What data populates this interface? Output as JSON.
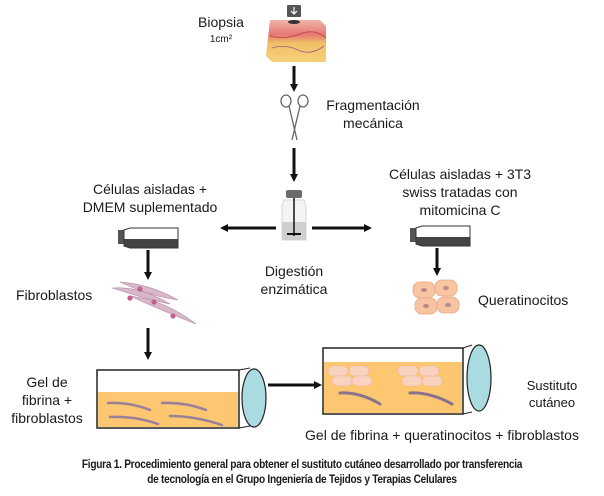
{
  "figure": {
    "steps": {
      "biopsy": {
        "title": "Biopsia",
        "size": "1cm²",
        "icon": "skin-tissue-block-icon"
      },
      "fragmentation": {
        "line1": "Fragmentación",
        "line2": "mecánica",
        "icon": "scissors-icon"
      },
      "digestion": {
        "line1": "Digestión",
        "line2": "enzimática",
        "icon": "stirred-bottle-icon"
      },
      "left_branch": {
        "line1": "Células aisladas +",
        "line2": "DMEM suplementado",
        "icon": "culture-flask-icon"
      },
      "right_branch": {
        "line1": "Células aisladas + 3T3",
        "line2": "swiss tratadas con",
        "line3": "mitomicina C",
        "icon": "culture-flask-icon"
      },
      "fibroblasts": {
        "label": "Fibroblastos",
        "icon": "fibroblast-cells-icon"
      },
      "keratinocytes": {
        "label": "Queratinocitos",
        "icon": "keratinocyte-cells-icon"
      },
      "gel_fibroblasts": {
        "line1": "Gel de",
        "line2": "fibrina +",
        "line3": "fibroblastos",
        "icon": "gel-container-icon"
      },
      "skin_substitute": {
        "line1": "Sustituto",
        "line2": "cutáneo",
        "icon": "gel-container-icon"
      },
      "final_gel": {
        "label": "Gel de fibrina + queratinocitos + fibroblastos"
      }
    },
    "caption": {
      "line1": "Figura 1.  Procedimiento general para obtener el sustituto cutáneo desarrollado por transferencia",
      "line2": "de tecnología en el Grupo Ingeniería de Tejidos y Terapias Celulares"
    },
    "colors": {
      "gel": "#fcc770",
      "lid": "#a9dbe0",
      "skin_top": "#e87a7a",
      "fat": "#f2c25a",
      "keratinocyte": "#f9c4a2",
      "fibroblast": "#b58aa6",
      "arrow": "#111111"
    }
  }
}
